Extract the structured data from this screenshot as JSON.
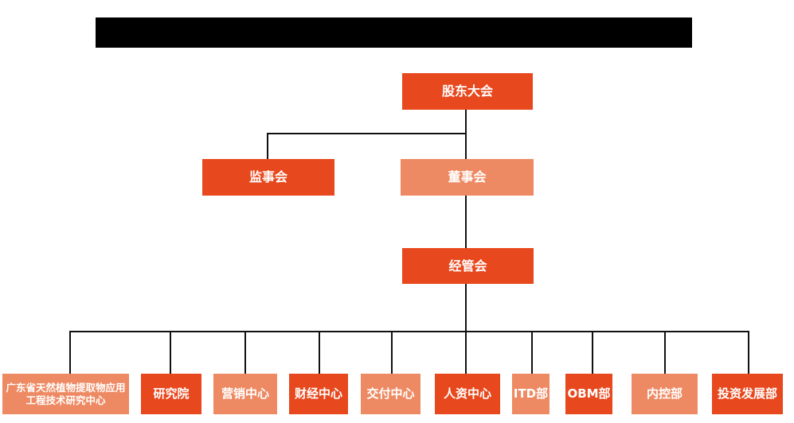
{
  "page": {
    "kind": "organization-chart",
    "title_bar": {
      "redacted": true,
      "text": ""
    }
  },
  "colors": {
    "node_primary": "#e8481d",
    "node_secondary": "#ee8a63",
    "connector": "#111111",
    "node_text": "#ffffff",
    "title_bar": "#000000",
    "background": "#ffffff"
  },
  "org": {
    "root": {
      "label": "股东大会"
    },
    "level2": [
      {
        "label": "监事会"
      },
      {
        "label": "董事会"
      }
    ],
    "level3": {
      "label": "经管会"
    },
    "departments": [
      {
        "label": "广东省天然植物提取物应用工程技术研究中心"
      },
      {
        "label": "研究院"
      },
      {
        "label": "营销中心"
      },
      {
        "label": "财经中心"
      },
      {
        "label": "交付中心"
      },
      {
        "label": "人资中心"
      },
      {
        "label": "ITD部"
      },
      {
        "label": "OBM部"
      },
      {
        "label": "内控部"
      },
      {
        "label": "投资发展部"
      }
    ]
  }
}
